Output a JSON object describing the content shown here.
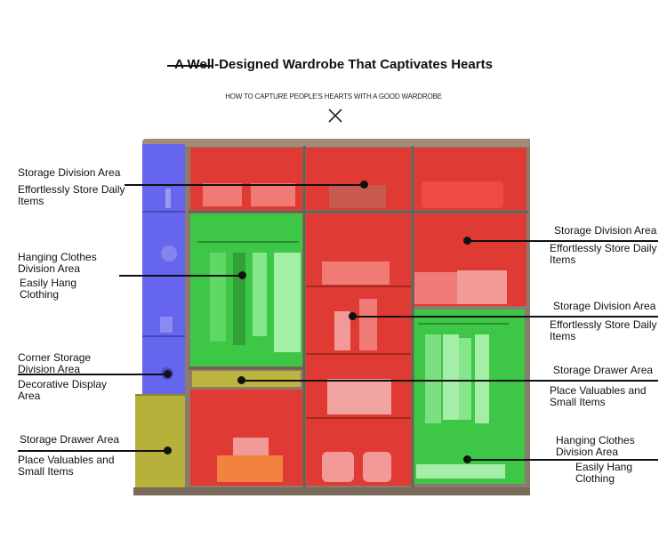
{
  "header": {
    "title": "A Well-Designed Wardrobe That Captivates Hearts",
    "subtitle": "HOW TO CAPTURE PEOPLE'S HEARTS WITH A GOOD WARDROBE"
  },
  "colors": {
    "storage": "#e03a35",
    "hanging": "#3cc043",
    "corner": "#6a6af0",
    "drawer": "#b8b23a",
    "frame": "#8a7a6a"
  },
  "labels": {
    "left_storage": {
      "title": "Storage Division Area",
      "desc": "Effortlessly Store Daily Items"
    },
    "left_hanging": {
      "title": "Hanging Clothes Division Area",
      "desc": "Easily Hang Clothing"
    },
    "left_corner": {
      "title": "Corner Storage Division Area",
      "desc": "Decorative Display Area"
    },
    "left_drawer": {
      "title": "Storage Drawer Area",
      "desc": "Place Valuables and Small Items"
    },
    "right_storage_1": {
      "title": "Storage Division Area",
      "desc": "Effortlessly Store Daily Items"
    },
    "right_storage_2": {
      "title": "Storage Division Area",
      "desc": "Effortlessly Store Daily Items"
    },
    "right_drawer": {
      "title": "Storage Drawer Area",
      "desc": "Place Valuables and Small Items"
    },
    "right_hanging": {
      "title": "Hanging Clothes Division Area",
      "desc": "Easily Hang Clothing"
    }
  }
}
